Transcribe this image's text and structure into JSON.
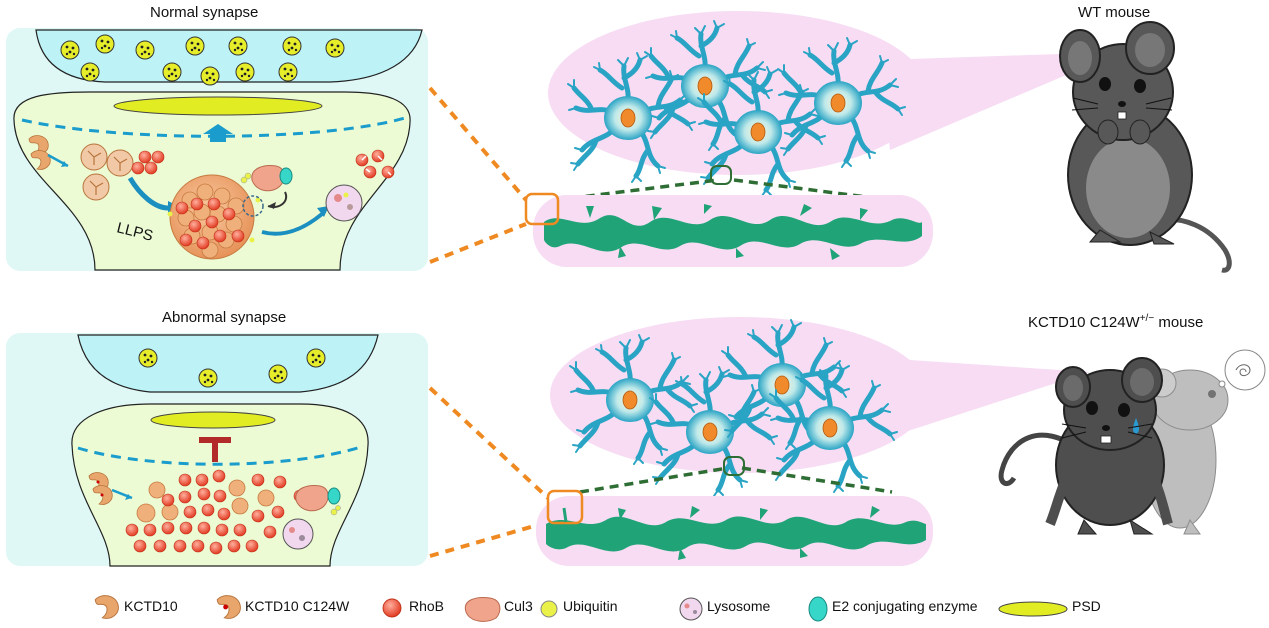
{
  "titles": {
    "normal": "Normal synapse",
    "abnormal": "Abnormal synapse",
    "wt": "WT mouse",
    "mutant_prefix": "KCTD10 C124W",
    "mutant_sup": "+/−",
    "mutant_suffix": " mouse"
  },
  "labels": {
    "llps": "LLPS"
  },
  "legend": [
    {
      "icon": "kctd10-icon",
      "label": "KCTD10"
    },
    {
      "icon": "kctd10-c124w-icon",
      "label": "KCTD10 C124W"
    },
    {
      "icon": "rhob-icon",
      "label": "RhoB"
    },
    {
      "icon": "cul3-icon",
      "label": "Cul3"
    },
    {
      "icon": "ubiquitin-icon",
      "label": "Ubiquitin"
    },
    {
      "icon": "lysosome-icon",
      "label": "Lysosome"
    },
    {
      "icon": "e2-enzyme-icon",
      "label": "E2 conjugating enzyme"
    },
    {
      "icon": "psd-icon",
      "label": "PSD"
    }
  ],
  "colors": {
    "synapse_bg": "#dff8f6",
    "presynapse": "#bdf3f7",
    "postsynapse": "#ecfbd4",
    "psd": "#e2ec22",
    "dashed_membrane": "#1a9ccc",
    "kctd10": "#e8a66c",
    "rhob": "#ef4a2e",
    "cul3": "#f1a48c",
    "ubiquitin": "#eaf24a",
    "lysosome": "#f1d8ef",
    "e2": "#36d6c8",
    "neuron": "#2aa4c4",
    "neuron_nucleus": "#f08a2a",
    "dendrite": "#1fa377",
    "oval_pink": "#f7dcf3",
    "zoom_orange": "#ef8a22",
    "zoom_green": "#2e6e34",
    "inhibit_red": "#b32a2a",
    "mouse_dark": "#555555",
    "mouse_light": "#a9a9a9"
  }
}
